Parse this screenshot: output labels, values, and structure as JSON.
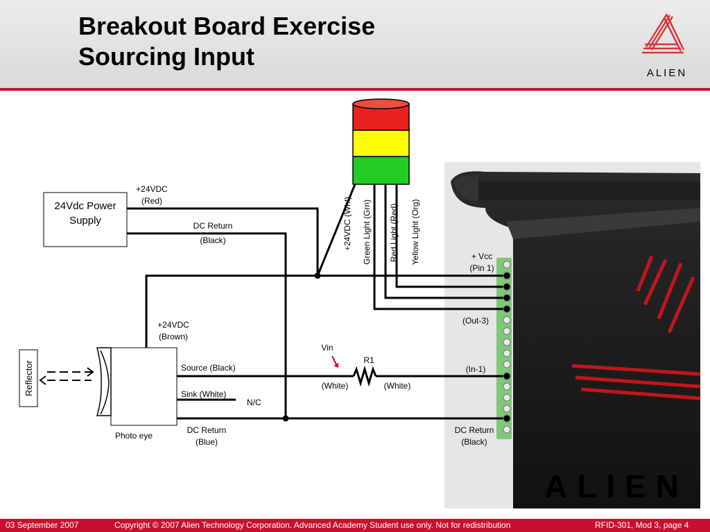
{
  "slide": {
    "title_line1": "Breakout Board Exercise",
    "title_line2": "Sourcing Input"
  },
  "logo": {
    "text": "ALIEN",
    "icon": "alien-triangle-logo"
  },
  "footer": {
    "date": "03 September 2007",
    "copyright": "Copyright © 2007 Alien Technology Corporation. Advanced Academy Student use only. Not for redistribution",
    "page": "RFID-301, Mod 3, page 4"
  },
  "diagram": {
    "power_supply": {
      "line1": "24Vdc Power",
      "line2": "Supply"
    },
    "psu_pos": {
      "line1": "+24VDC",
      "line2": "(Red)"
    },
    "psu_return": {
      "line1": "DC Return",
      "line2": "(Black)"
    },
    "stack_light_wires": [
      "+24VDC (Wht)",
      "Green Light (Grn)",
      "Red Light (Red)",
      "Yellow Light (Org)"
    ],
    "stack_light_colors": [
      "#e8231f",
      "#ffff00",
      "#22cc22"
    ],
    "vcc": {
      "line1": "+ Vcc",
      "line2": "(Pin 1)"
    },
    "out3": "(Out-3)",
    "photo_pos": {
      "line1": "+24VDC",
      "line2": "(Brown)"
    },
    "reflector": "Reflector",
    "source": "Source (Black)",
    "sink": "Sink (White)",
    "nc": "N/C",
    "photo_eye": "Photo eye",
    "photo_return": {
      "line1": "DC Return",
      "line2": "(Blue)"
    },
    "vin": "Vin",
    "r1": "R1",
    "white_left": "(White)",
    "white_right": "(White)",
    "in1": "(In-1)",
    "reader_return": {
      "line1": "DC Return",
      "line2": "(Black)"
    },
    "reader_logo": "ALIEN"
  }
}
